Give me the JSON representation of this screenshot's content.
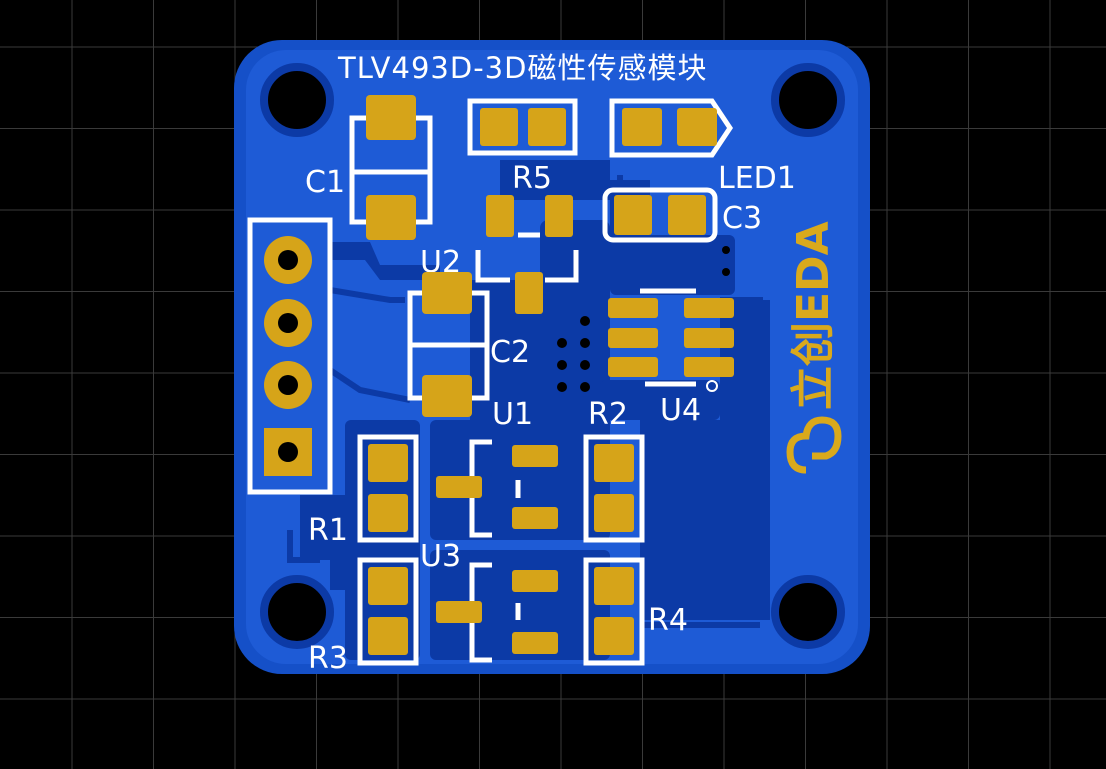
{
  "board": {
    "title": "TLV493D-3D磁性传感模块",
    "logo_text": "立创EDA"
  },
  "designators": {
    "c1": "C1",
    "c2": "C2",
    "c3": "C3",
    "r1": "R1",
    "r2": "R2",
    "r3": "R3",
    "r4": "R4",
    "r5": "R5",
    "u1": "U1",
    "u2": "U2",
    "u3": "U3",
    "u4": "U4",
    "led1": "LED1"
  },
  "colors": {
    "background": "#000000",
    "grid": "#3a3a3a",
    "board_copper": "#1e5bd6",
    "board_dark": "#0a2f8a",
    "pad_gold": "#d6a419",
    "silkscreen": "#ffffff"
  }
}
